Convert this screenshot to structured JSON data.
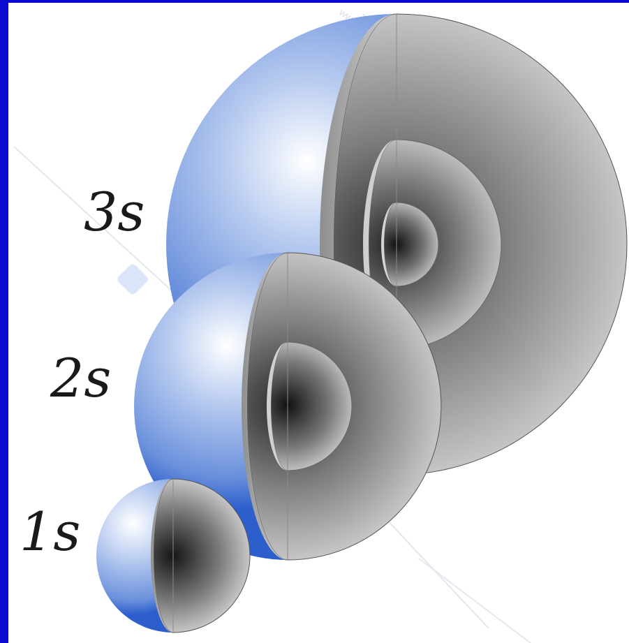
{
  "labels": {
    "orbital_3s": "3s",
    "orbital_2s": "2s",
    "orbital_1s": "1s"
  },
  "watermark": "www.unidoc.it",
  "colors": {
    "background": "#0a0ad0",
    "panel": "#ffffff",
    "sphere_outer": "#5b86d8",
    "sphere_highlight": "#ffffff",
    "cutaway_dark": "#1e1e1e",
    "cutaway_light": "#cfcfcf"
  }
}
